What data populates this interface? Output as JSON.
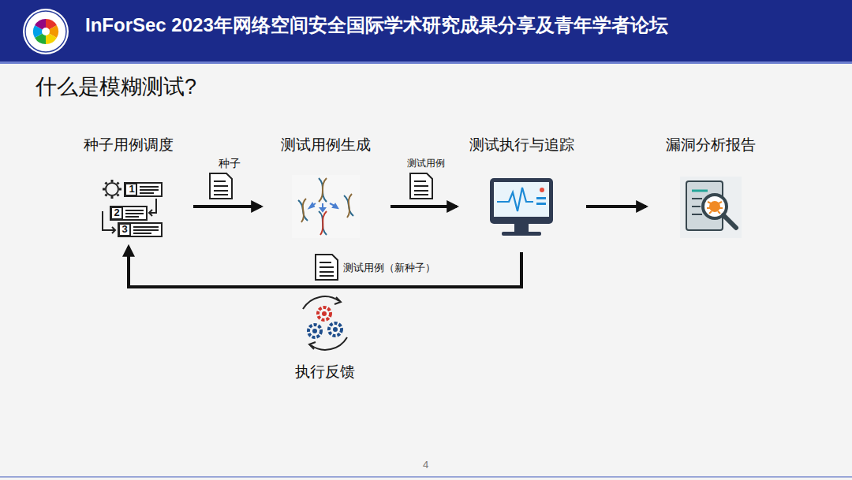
{
  "diagram": {
    "title": "什么是模糊测试?",
    "nodes": [
      {
        "text": [
          "种子用例调度"
        ]
      },
      {
        "text": [
          "测试用例生成"
        ]
      },
      {
        "text": [
          "测试执行与追踪"
        ]
      },
      {
        "text": [
          "漏洞分析报告"
        ]
      },
      {
        "text": [
          "执行反馈"
        ]
      }
    ],
    "edges": [
      {
        "from": 0,
        "to": 1,
        "label": "种子",
        "arrow": "to"
      },
      {
        "from": 1,
        "to": 2,
        "label": "测试用例",
        "arrow": "to"
      },
      {
        "from": 2,
        "to": 3,
        "arrow": "to"
      },
      {
        "from": 2,
        "to": 0,
        "label": "测试用例（新种子）",
        "arrow": "to"
      }
    ],
    "labels": [
      "InForSec 2023年网络空间安全国际学术研究成果分享及青年学者论坛",
      "1",
      "2",
      "3",
      "4"
    ]
  }
}
